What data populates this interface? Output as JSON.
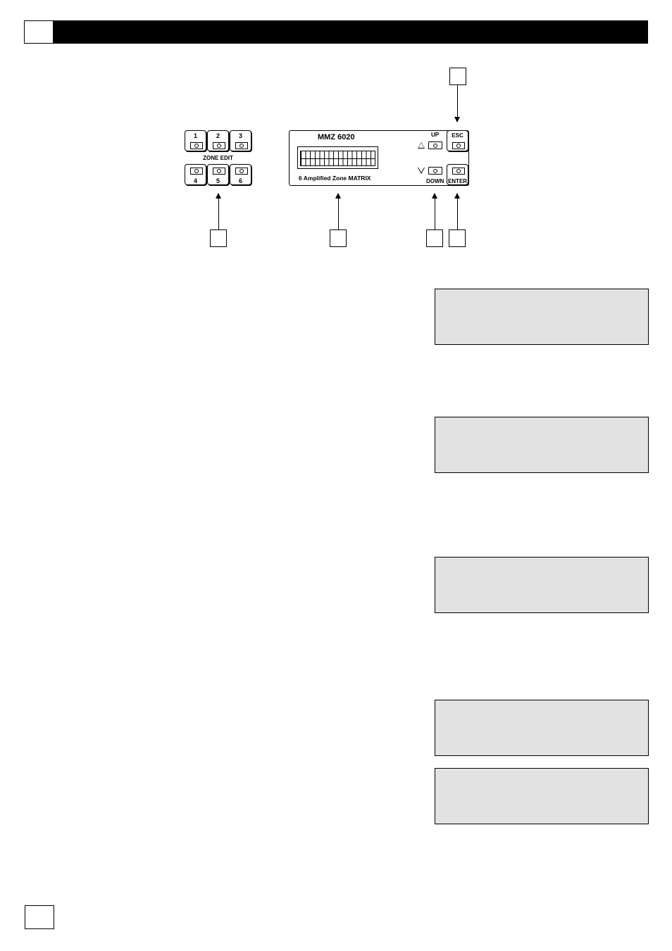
{
  "header": {
    "page_box_text": "",
    "bar_text": ""
  },
  "footer": {
    "page_number": ""
  },
  "zone_keypad": {
    "keys": [
      {
        "label": "1"
      },
      {
        "label": "2"
      },
      {
        "label": "3"
      },
      {
        "label": "4"
      },
      {
        "label": "5"
      },
      {
        "label": "6"
      }
    ],
    "group_label": "ZONE EDIT"
  },
  "front_panel": {
    "model": "MMZ 6020",
    "description": "6 Amplified Zone  MATRIX",
    "up_label": "UP",
    "down_label": "DOWN",
    "esc_label": "ESC",
    "enter_label": "ENTER"
  },
  "callouts": [
    "",
    "",
    "",
    "",
    "",
    ""
  ],
  "lcd_screens": [
    {
      "line1": "",
      "line2": ""
    },
    {
      "line1": "",
      "line2": ""
    },
    {
      "line1": "",
      "line2": ""
    },
    {
      "line1": "",
      "line2": ""
    },
    {
      "line1": "",
      "line2": ""
    }
  ]
}
